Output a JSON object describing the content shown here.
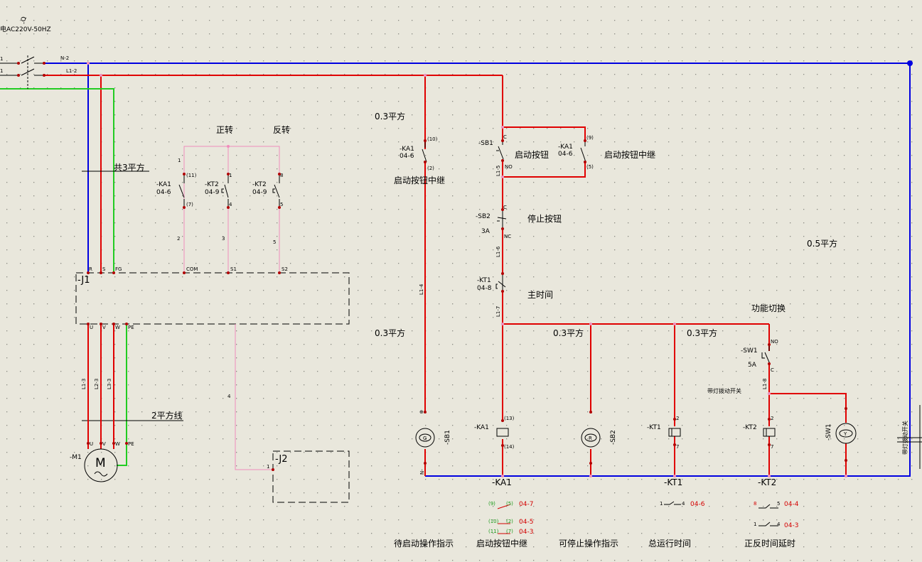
{
  "header": {
    "supply": "电AC220V-50HZ"
  },
  "wires": {
    "n2": "N-2",
    "l12": "L1-2",
    "q": "-Q",
    "in1": "1",
    "in2": "1"
  },
  "notes": {
    "total3": "共3平方",
    "line2": "2平方线",
    "sq03a": "0.3平方",
    "sq03b": "0.3平方",
    "sq03c": "0.3平方",
    "sq03d": "0.3平方",
    "sq05": "0.5平方",
    "forward": "正转",
    "reverse": "反转"
  },
  "j1": {
    "name": "-J1",
    "top_pins": [
      "R",
      "S",
      "FG",
      "COM",
      "S1",
      "S2"
    ],
    "bottom_pins": [
      "U",
      "V",
      "W",
      "PE"
    ],
    "cables": [
      "L1-3",
      "L2-3",
      "L3-3"
    ]
  },
  "motor": {
    "tag": "-M1",
    "letter": "M",
    "pins": [
      "U",
      "V",
      "W",
      "PE"
    ]
  },
  "j2": {
    "name": "-J2",
    "pin": "1",
    "wire": "4"
  },
  "contacts": {
    "ka1_fwd": {
      "tag": "-KA1",
      "ref": "04-6",
      "p1": "(11)",
      "p2": "(7)",
      "p3": "1",
      "wire": "2"
    },
    "kt2_a": {
      "tag": "-KT2",
      "ref": "04-9",
      "p1": "1",
      "p2": "4",
      "wire": "3"
    },
    "kt2_b": {
      "tag": "-KT2",
      "ref": "04-9",
      "p1": "8",
      "p2": "5",
      "wire": "5"
    },
    "ka1_main": {
      "tag": "-KA1",
      "ref": "04-6",
      "p1": "(10)",
      "p2": "(2)",
      "wire": "L1-4"
    },
    "sb1": {
      "tag": "-SB1",
      "p1": "C",
      "p2": "NO",
      "wire": "L1-5"
    },
    "ka1_hold": {
      "tag": "-KA1",
      "ref": "04-6",
      "p1": "(9)",
      "p2": "(5)"
    },
    "sb2": {
      "tag": "-SB2",
      "rating": "3A",
      "p1": "C",
      "p2": "NC",
      "wire": "L1-6"
    },
    "kt1": {
      "tag": "-KT1",
      "ref": "04-8",
      "wire": "L1-7"
    },
    "sw1": {
      "tag": "-SW1",
      "rating": "5A",
      "p1": "NO",
      "p2": "C",
      "wire": "L1-8"
    }
  },
  "labels": {
    "start_relay_a": "启动按钮中继",
    "start_btn": "启动按钮",
    "start_relay_b": "启动按钮中继",
    "stop_btn": "停止按钮",
    "main_time": "主时间",
    "func_switch": "功能切换",
    "lamp_switch": "带灯拨动开关"
  },
  "loads": {
    "sb1_lamp": {
      "tag": "-SB1",
      "letter": "G",
      "p1": "⊕",
      "p2": "N-"
    },
    "ka1_coil": {
      "tag": "-KA1",
      "p1": "(13)",
      "p2": "(14)"
    },
    "sb2_lamp": {
      "tag": "-SB2",
      "letter": "R"
    },
    "kt1_coil": {
      "tag": "-KT1",
      "p1": "2",
      "p2": "7"
    },
    "kt2_coil": {
      "tag": "-KT2",
      "p1": "2",
      "p2": "7"
    },
    "sw1_lamp": {
      "tag": "-SW1",
      "letter": "Y",
      "side": "带灯拨动开关"
    }
  },
  "bottom_tags": {
    "ka1": "-KA1",
    "kt1": "-KT1",
    "kt2": "-KT2"
  },
  "xref": {
    "ka1": [
      {
        "a": "(9)",
        "b": "(5)",
        "ref": "04-7"
      },
      {
        "a": "(10)",
        "b": "(2)",
        "ref": "04-5"
      },
      {
        "a": "(11)",
        "b": "(7)",
        "ref": "04-3"
      }
    ],
    "kt1": [
      {
        "a": "1",
        "b": "4",
        "ref": "04-6"
      }
    ],
    "kt2": [
      {
        "a": "8",
        "b": "5",
        "ref": "04-4"
      },
      {
        "a": "1",
        "b": "4",
        "ref": "04-3"
      }
    ]
  },
  "captions": [
    "待启动操作指示",
    "启动按钮中继",
    "可停止操作指示",
    "总运行时间",
    "正反时间延时"
  ],
  "colors": {
    "phase": "#e00000",
    "neutral": "#0000e0",
    "earth": "#22cc22",
    "signal": "#f08cbc",
    "background": "#e9e7dc"
  }
}
